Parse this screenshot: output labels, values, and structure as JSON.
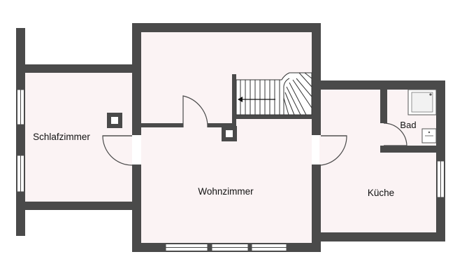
{
  "colors": {
    "wall": "#4a4a4a",
    "floor": "#fbf3f4",
    "window": "#ffffff",
    "fixture_stroke": "#555555",
    "background": "#ffffff"
  },
  "rooms": {
    "schlafzimmer": {
      "label": "Schlafzimmer"
    },
    "wohnzimmer": {
      "label": "Wohnzimmer"
    },
    "kueche": {
      "label": "Küche"
    },
    "bad": {
      "label": "Bad"
    }
  },
  "fixtures": {
    "stairs": "staircase",
    "shower": "shower-tray",
    "sink": "washbasin"
  }
}
